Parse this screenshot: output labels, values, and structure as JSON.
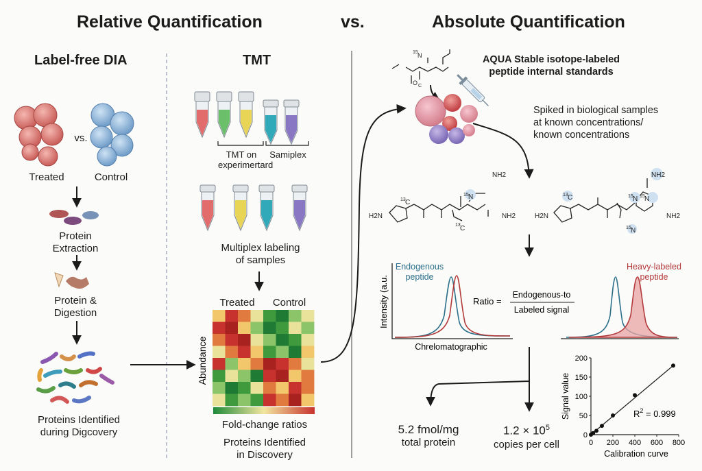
{
  "header": {
    "relative_title": "Relative Quantification",
    "vs": "vs.",
    "absolute_title": "Absolute Quantification"
  },
  "label_free": {
    "title": "Label-free DIA",
    "vs": "vs.",
    "treated": "Treated",
    "control": "Control",
    "step1": [
      "Protein",
      "Extraction"
    ],
    "step2": [
      "Protein &",
      "Digestion"
    ],
    "step3": [
      "Proteins Identified",
      "during Digcovery"
    ]
  },
  "tmt": {
    "title": "TMT",
    "bracket_left": [
      "TMT on",
      "experimertard"
    ],
    "bracket_right": "Samiplex",
    "multiplex": [
      "Multiplex labeling",
      "of samples"
    ],
    "heatmap_treated": "Treated",
    "heatmap_control": "Control",
    "heatmap_ylabel": "Abundance",
    "colorbar_label": "Fold-change ratios",
    "bottom": [
      "Proteins Identified",
      "in Discovery"
    ]
  },
  "aqua": {
    "title": [
      "AQUA Stable isotope-labeled",
      "peptide internal standards"
    ],
    "spiked": [
      "Spiked in biological samples",
      " at known concentrations/",
      "known concentrations"
    ],
    "mol_top": {
      "n15": "15",
      "n": "N",
      "c": "C",
      "o": "O"
    },
    "mol_left": {
      "h2n": "H2N",
      "c13": "13",
      "c": "C",
      "c13b": "13",
      "cb": "C",
      "n15": "15",
      "n": "N",
      "nh2": "NH2",
      "nh2b": "NH2"
    },
    "mol_right": {
      "h2n": "H2N",
      "c13": "13",
      "c": "C",
      "n15": "15",
      "n": "N",
      "n15b": "15",
      "nb": "N",
      "n15c": "15",
      "nc": "N",
      "nh2": "NH2",
      "nh2b": "NH2"
    }
  },
  "chromatogram": {
    "ylabel": "Intensity (a.u.",
    "xlabel": "Chrelomatographic",
    "endogenous": [
      "Endogenous",
      "peptide"
    ],
    "heavy": [
      "Heavy-labeled",
      "peptide"
    ],
    "ratio_label": "Ratio =",
    "ratio_num": "Endogenous-to",
    "ratio_den": "Labeled signal"
  },
  "results": {
    "left_value": "5.2 fmol/mg",
    "left_unit": "total protein",
    "right_value": "1.2 × 10",
    "right_exp": "5",
    "right_unit": "copies per cell"
  },
  "chart_data": {
    "type": "scatter",
    "x": [
      0,
      20,
      50,
      100,
      200,
      400,
      750
    ],
    "y": [
      0,
      4,
      10,
      23,
      50,
      103,
      180
    ],
    "xlim": [
      0,
      800
    ],
    "ylim": [
      0,
      200
    ],
    "xticks": [
      "0",
      "200",
      "400",
      "600",
      "800"
    ],
    "yticks": [
      "0",
      "50",
      "100",
      "150",
      "200"
    ],
    "ylabel": "Signal value",
    "xlabel": "Calibration curve",
    "annotation": "R",
    "annotation_sup": "2",
    "annotation_val": " = 0.999",
    "fit_line": true
  },
  "colors": {
    "arrow": "#1b1b1b",
    "endogenous": "#2b6f8a",
    "heavy": "#b33a3a",
    "heavy_fill": "#e8a3a3",
    "highlight": "#cfe0f0"
  }
}
